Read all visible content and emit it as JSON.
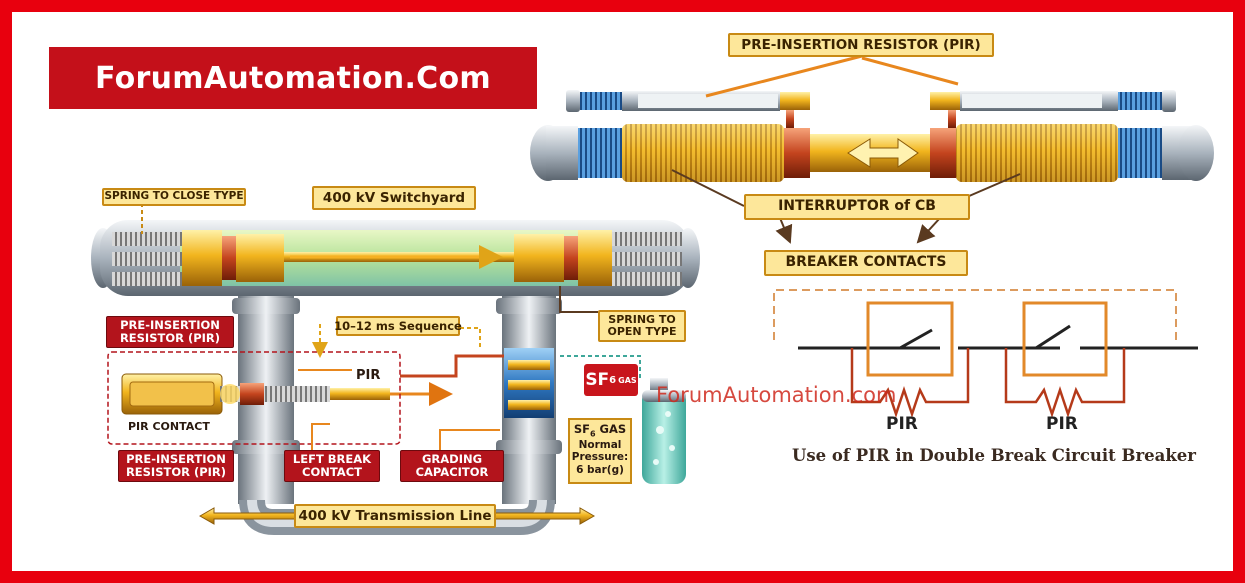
{
  "brand": {
    "title": "ForumAutomation.Com"
  },
  "top": {
    "pir_label": "PRE-INSERTION RESISTOR (PIR)",
    "interruptor_label": "INTERRUPTOR of CB",
    "contacts_label": "BREAKER CONTACTS"
  },
  "left": {
    "spring_close": "SPRING TO CLOSE TYPE",
    "switchyard": "400 kV Switchyard",
    "pir_box_1": "PRE-INSERTION RESISTOR (PIR)",
    "sequence": "10–12 ms Sequence",
    "spring_open": "SPRING TO OPEN TYPE",
    "pir_small": "PIR",
    "pir_contact": "PIR CONTACT",
    "pir_box_2": "PRE-INSERTION RESISTOR (PIR)",
    "left_break": "LEFT BREAK CONTACT",
    "grading": "GRADING CAPACITOR",
    "sf6_badge_main": "SF",
    "sf6_badge_sub": "6",
    "sf6_badge_gas": "GAS",
    "sf6_note_title": "SF",
    "sf6_note_sub": "6",
    "sf6_note_gas": " GAS",
    "sf6_note_body": "Normal Pressure: 6 bar(g)",
    "transmission": "400 kV Transmission Line"
  },
  "schematic": {
    "pir_left": "PIR",
    "pir_right": "PIR",
    "caption": "Use of PIR in Double Break Circuit Breaker",
    "watermark": "ForumAutomation.com"
  },
  "colors": {
    "frame": "#e8000e",
    "brand_bg": "#c4101a",
    "label_bg": "#fde79a",
    "label_border": "#c88a14",
    "resistor": "#b53a1a",
    "switch_box": "#e2892a"
  }
}
